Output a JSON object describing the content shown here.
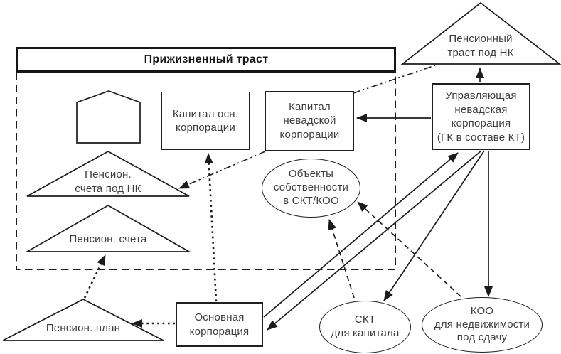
{
  "title": "Прижизненный траст",
  "nodes": {
    "pension_trust_nk": {
      "lines": [
        "Пенсионный",
        "траст под НК"
      ]
    },
    "managing_nevada_corp": {
      "lines": [
        "Управляющая",
        "невадская",
        "корпорация",
        "(ГК в составе КТ)"
      ]
    },
    "capital_main_corp": {
      "lines": [
        "Капитал осн.",
        "корпорации"
      ]
    },
    "capital_nevada_corp": {
      "lines": [
        "Капитал",
        "невадской",
        "корпорации"
      ]
    },
    "objects_property": {
      "lines": [
        "Объекты",
        "собственности",
        "в СКТ/КОО"
      ]
    },
    "pension_accounts_nk": {
      "lines": [
        "Пенсион.",
        "счета под НК"
      ]
    },
    "pension_accounts": {
      "lines": [
        "Пенсион. счета"
      ]
    },
    "pension_plan": {
      "lines": [
        "Пенсион. план"
      ]
    },
    "main_corp": {
      "lines": [
        "Основная",
        "корпорация"
      ]
    },
    "skt_capital": {
      "lines": [
        "СКТ",
        "для капитала"
      ]
    },
    "koo_realty": {
      "lines": [
        "КОО",
        "для недвижимости",
        "под сдачу"
      ]
    }
  },
  "colors": {
    "line": "#1c1c1c",
    "text": "#3d3d3d",
    "background": "#ffffff"
  }
}
